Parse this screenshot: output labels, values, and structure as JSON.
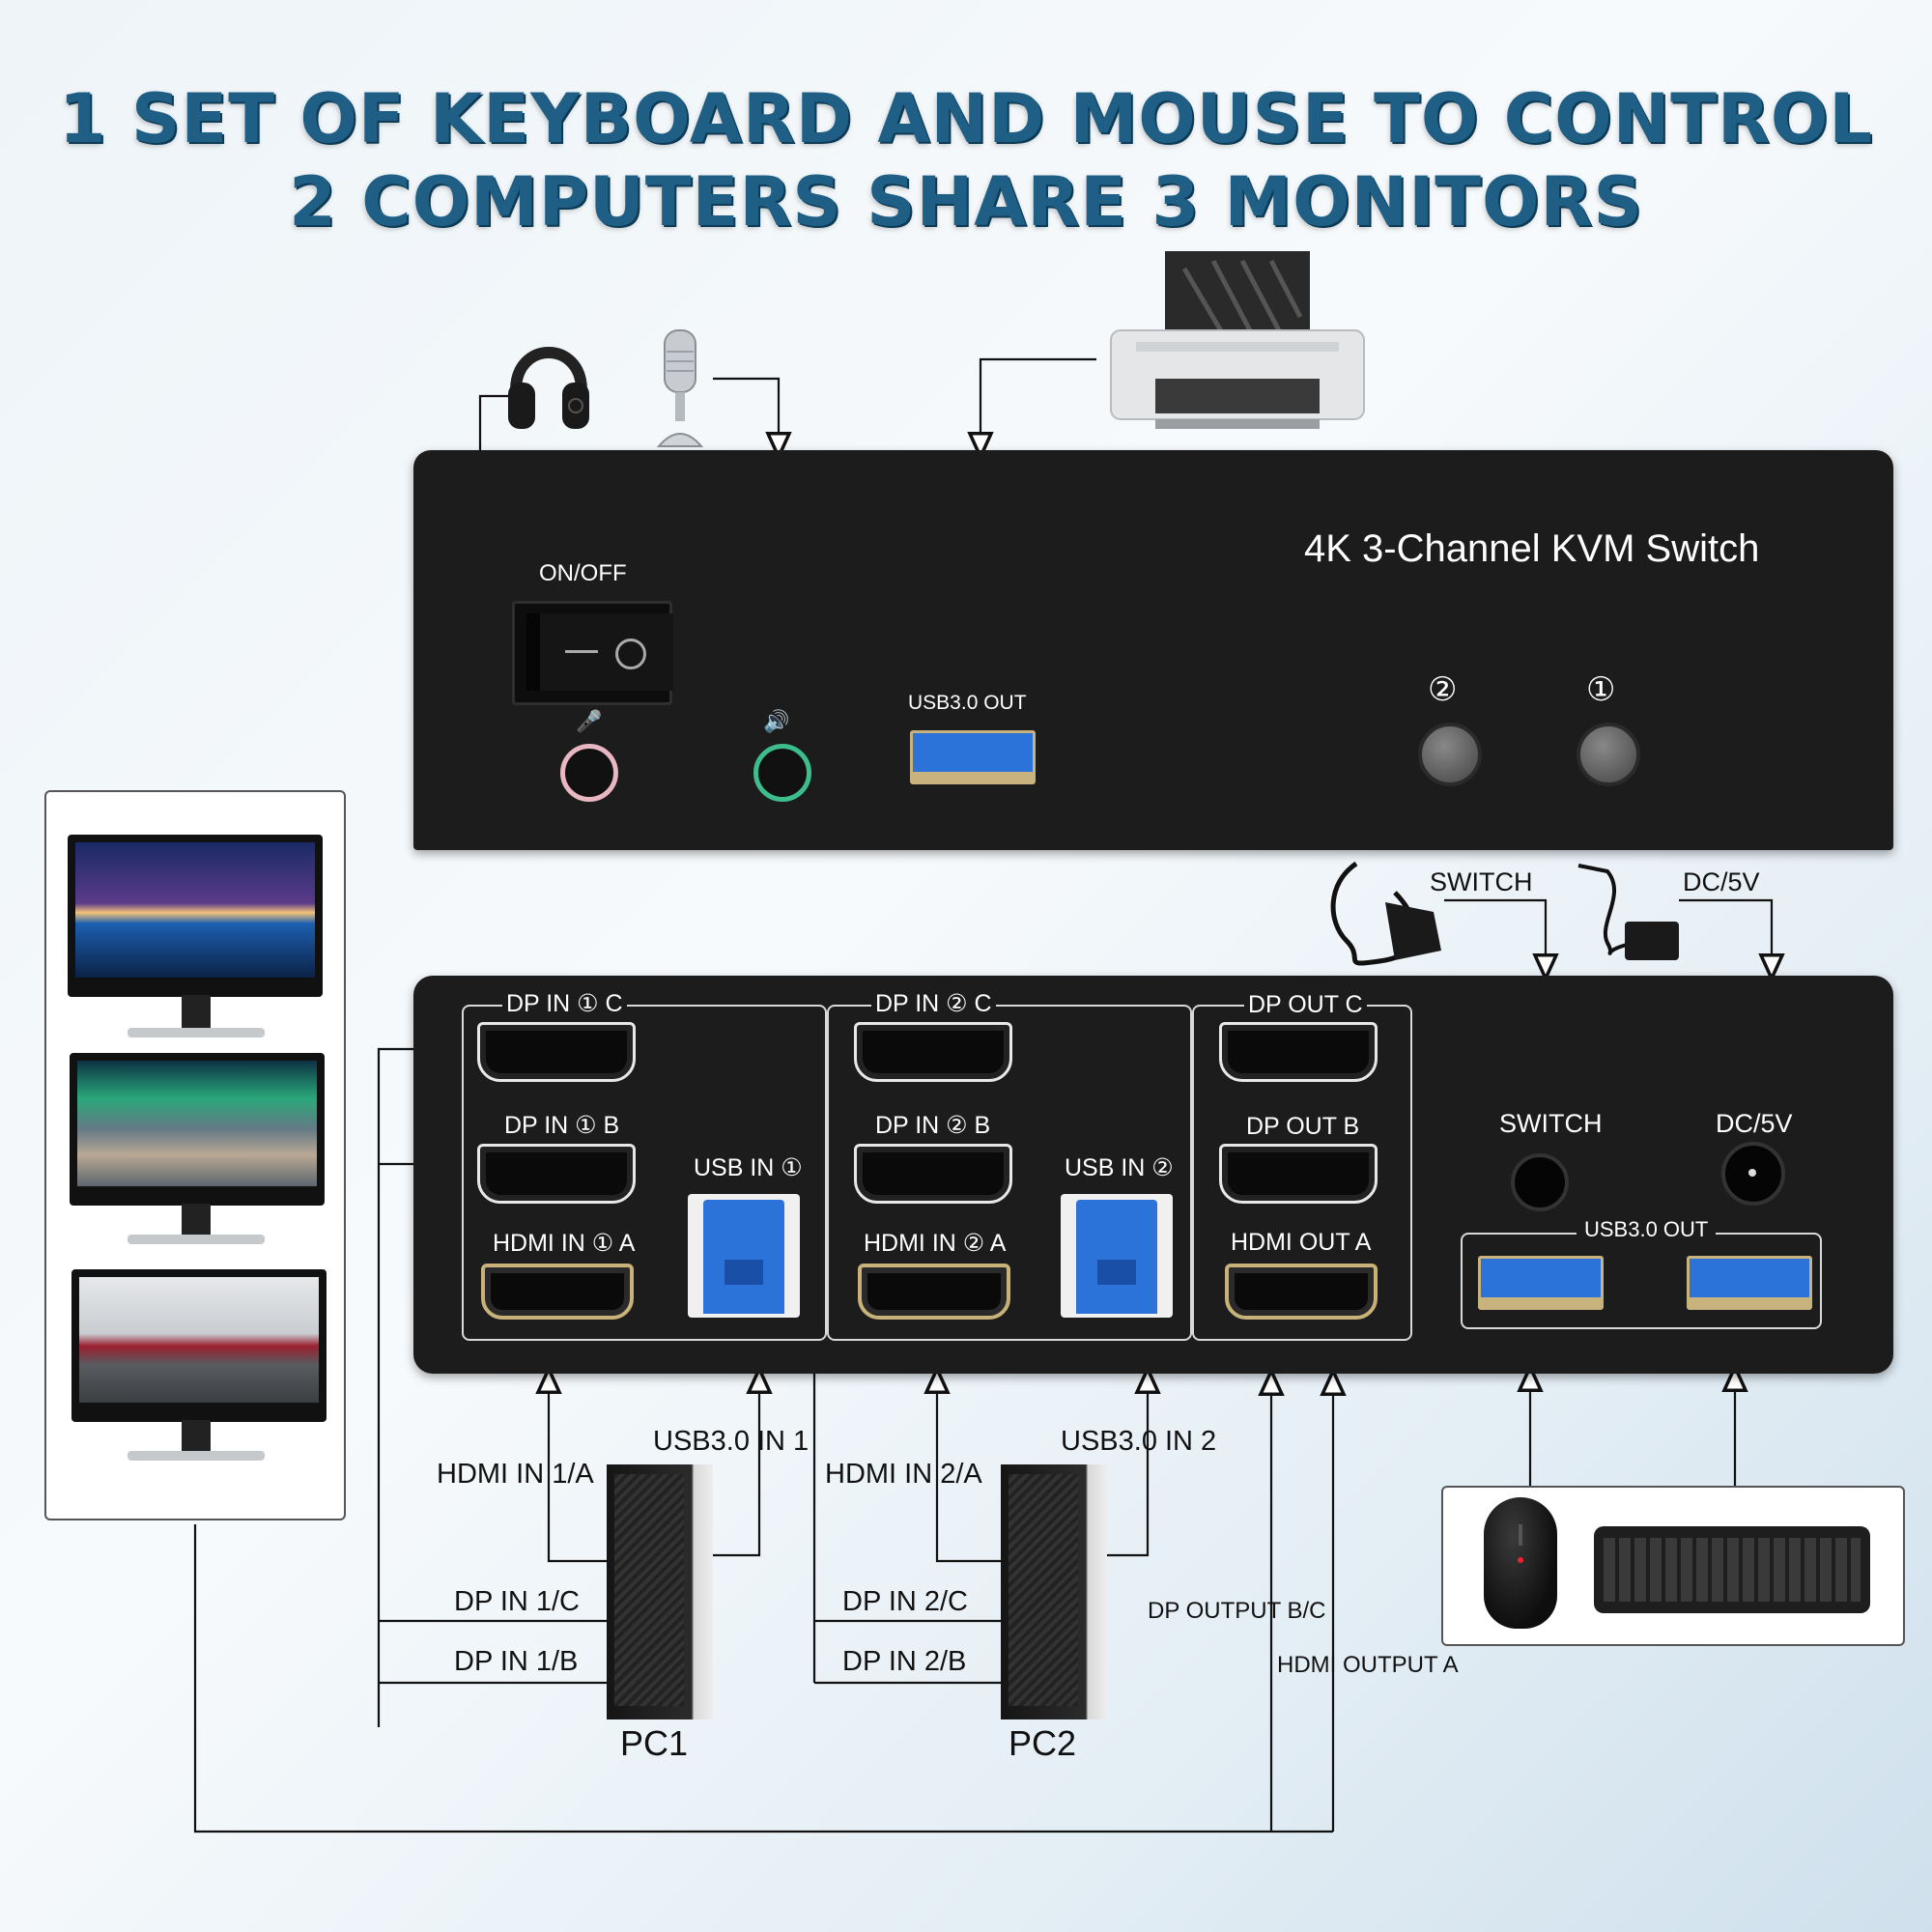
{
  "headline": {
    "line1": "1 SET OF KEYBOARD AND MOUSE TO CONTROL",
    "line2": "2 COMPUTERS SHARE 3 MONITORS"
  },
  "front_panel": {
    "title": "4K 3-Channel KVM Switch",
    "power_label": "ON/OFF",
    "usb_out_label": "USB3.0 OUT",
    "button_2_label": "②",
    "button_1_label": "①",
    "mic_icon": "🎤",
    "speaker_icon": "🔊"
  },
  "back_panel": {
    "pc1": {
      "dp_c": "DP IN ① C",
      "dp_b": "DP IN ① B",
      "hdmi_a": "HDMI IN ① A",
      "usb_in": "USB IN ①"
    },
    "pc2": {
      "dp_c": "DP IN ② C",
      "dp_b": "DP IN ② B",
      "hdmi_a": "HDMI IN ② A",
      "usb_in": "USB IN ②"
    },
    "out": {
      "dp_c": "DP OUT C",
      "dp_b": "DP OUT B",
      "hdmi_a": "HDMI OUT A"
    },
    "switch_label": "SWITCH",
    "dc_label": "DC/5V",
    "usb_out_label": "USB3.0 OUT"
  },
  "accessories": {
    "switch_label": "SWITCH",
    "dc_label": "DC/5V"
  },
  "connections": {
    "pc1_hdmi": "HDMI IN 1/A",
    "pc1_usb": "USB3.0 IN 1",
    "pc1_dp_c": "DP IN 1/C",
    "pc1_dp_b": "DP IN 1/B",
    "pc2_hdmi": "HDMI IN 2/A",
    "pc2_usb": "USB3.0 IN 2",
    "pc2_dp_c": "DP IN 2/C",
    "pc2_dp_b": "DP IN 2/B",
    "dp_output": "DP OUTPUT B/C",
    "hdmi_output": "HDMI OUTPUT A"
  },
  "computers": {
    "pc1": "PC1",
    "pc2": "PC2"
  }
}
